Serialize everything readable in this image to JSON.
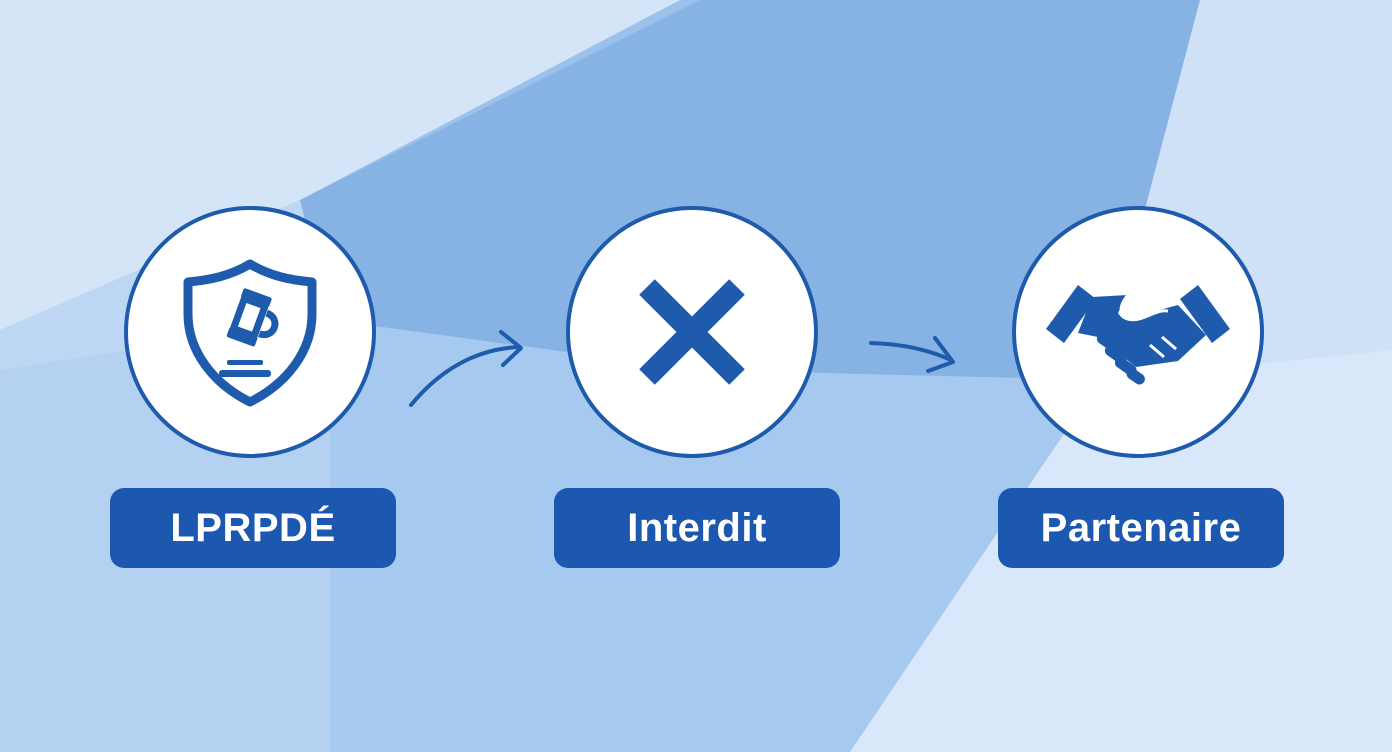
{
  "diagram": {
    "nodes": [
      {
        "id": "lprpde",
        "label": "LPRPDÉ",
        "icon": "shield-gavel-icon"
      },
      {
        "id": "interdit",
        "label": "Interdit",
        "icon": "x-mark-icon"
      },
      {
        "id": "partenaire",
        "label": "Partenaire",
        "icon": "handshake-icon"
      }
    ],
    "edges": [
      {
        "from": "lprpde",
        "to": "interdit"
      },
      {
        "from": "interdit",
        "to": "partenaire"
      }
    ]
  },
  "colors": {
    "primary": "#1c58b0",
    "circle_border": "#1f5bad",
    "background_light": "#dbe9f9",
    "background_mid": "#92bce8"
  }
}
